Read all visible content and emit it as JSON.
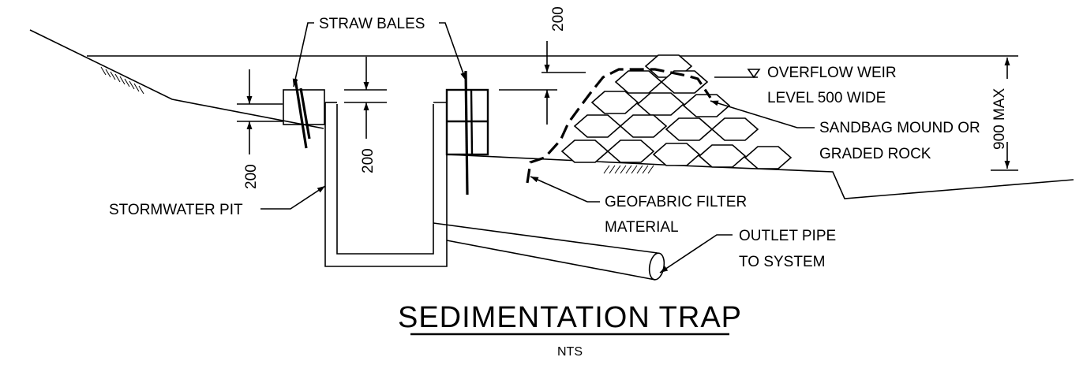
{
  "drawing": {
    "title": "SEDIMENTATION TRAP",
    "scale_note": "NTS",
    "labels": {
      "straw_bales": "STRAW BALES",
      "stormwater_pit": "STORMWATER PIT",
      "overflow_weir_1": "OVERFLOW WEIR",
      "overflow_weir_2": "LEVEL 500 WIDE",
      "sandbag_1": "SANDBAG MOUND OR",
      "sandbag_2": "GRADED ROCK",
      "geofabric_1": "GEOFABRIC FILTER",
      "geofabric_2": "MATERIAL",
      "outlet_1": "OUTLET PIPE",
      "outlet_2": "TO SYSTEM"
    },
    "dimensions": {
      "bale_left": "200",
      "pit_depth": "200",
      "top": "200",
      "height_max": "900 MAX"
    }
  }
}
